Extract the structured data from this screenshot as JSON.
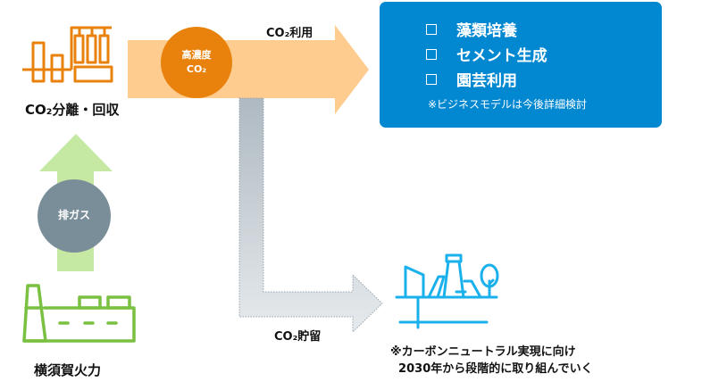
{
  "labels": {
    "capture": "CO₂分離・回収",
    "utilization": "CO₂利用",
    "storage": "CO₂貯留",
    "plant": "横須賀火力"
  },
  "circles": {
    "high_concentration_co2": [
      "高濃度",
      "CO₂"
    ],
    "exhaust_gas": "排ガス"
  },
  "business_box": {
    "items": [
      "藻類培養",
      "セメント生成",
      "園芸利用"
    ],
    "note": "※ビジネスモデルは今後詳細検討"
  },
  "footnote": [
    "※カーボンニュートラル実現に向け",
    "  2030年から段階的に取り組んでいく"
  ],
  "colors": {
    "orange": "#E8820C",
    "orange_light": "#FFCC8F",
    "blue": "#0288D1",
    "icon_blue": "#1AB0EC",
    "green": "#7AC142",
    "green_light": "#C5E8A2",
    "gray_circle": "#7A8E9A",
    "gray_arrow": "#B7C1C9"
  }
}
